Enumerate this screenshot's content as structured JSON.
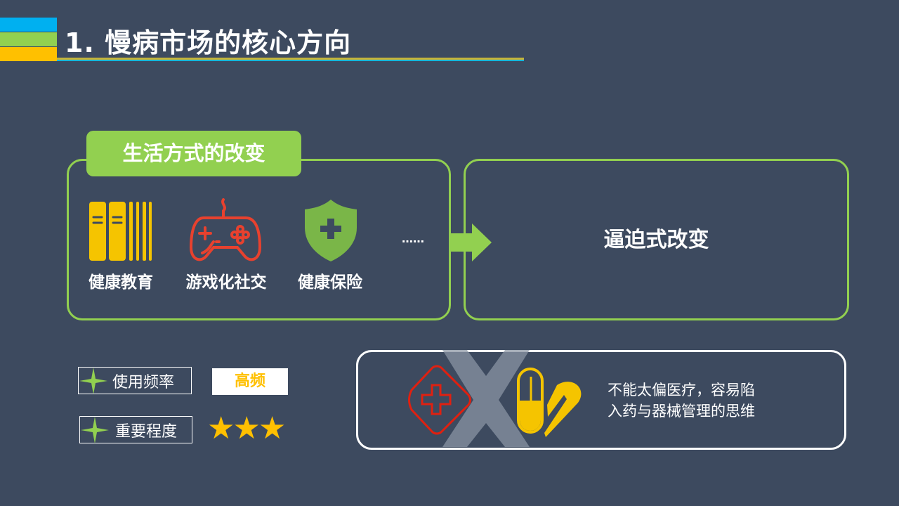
{
  "header": {
    "title": "1. 慢病市场的核心方向",
    "colors": [
      "#00b0f0",
      "#92d050",
      "#ffc000"
    ]
  },
  "lifestyle": {
    "tag": "生活方式的改变",
    "items": [
      {
        "label": "健康教育",
        "icon": "books-icon"
      },
      {
        "label": "游戏化社交",
        "icon": "gamepad-icon"
      },
      {
        "label": "健康保险",
        "icon": "shield-plus-icon"
      }
    ],
    "ellipsis": "……"
  },
  "forced": {
    "label": "逼迫式改变"
  },
  "metrics": {
    "frequency_label": "使用频率",
    "frequency_value": "高频",
    "importance_label": "重要程度",
    "importance_rating": 3,
    "importance_max": 3,
    "stars": [
      "★",
      "★",
      "★"
    ]
  },
  "warning": {
    "line1": "不能太偏医疗，容易陷",
    "line2": "入药与器械管理的思维"
  },
  "colors": {
    "green": "#92d050",
    "yellow": "#ffc000",
    "red": "#e8412e"
  }
}
